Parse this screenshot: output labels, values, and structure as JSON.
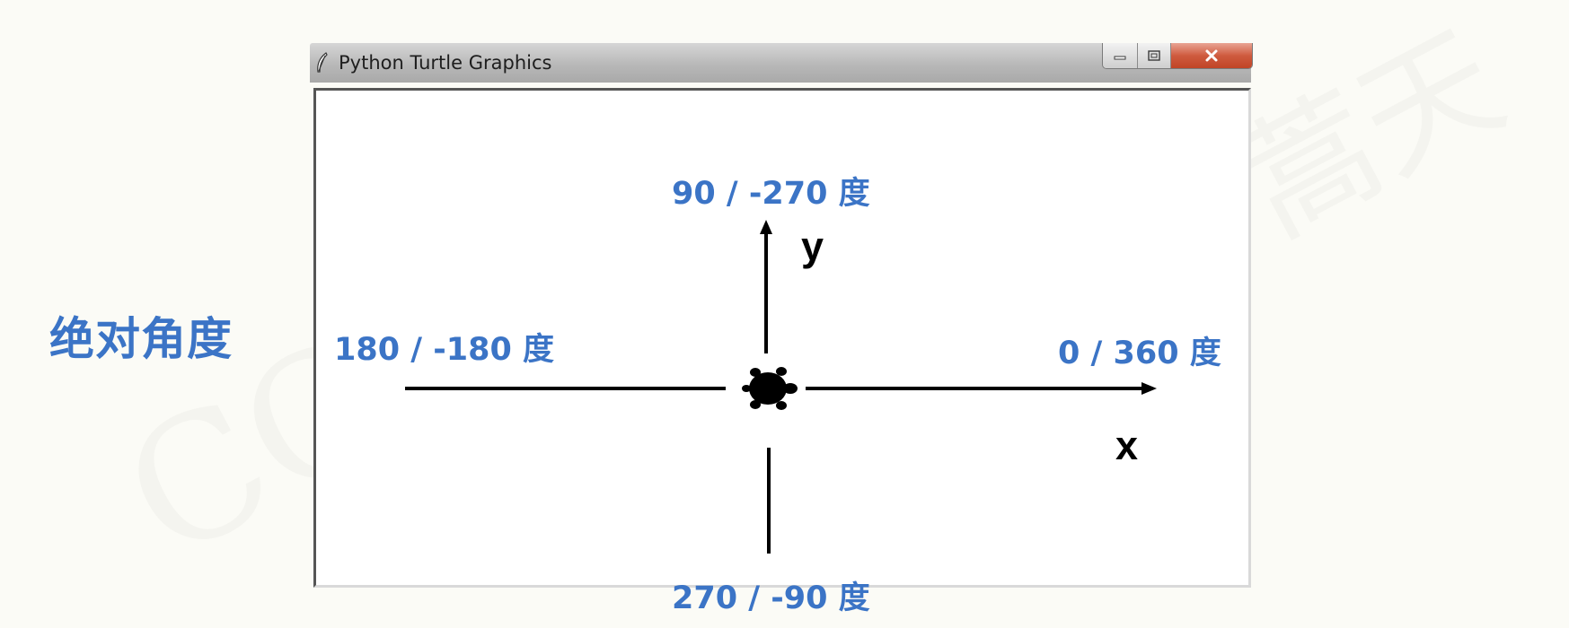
{
  "window": {
    "title": "Python Turtle Graphics",
    "controls": {
      "minimize": "minimize",
      "maximize": "maximize",
      "close": "x"
    }
  },
  "side_title": "绝对角度",
  "canvas": {
    "labels": {
      "top": "90 / -270 度",
      "left": "180 / -180 度",
      "right": "0 / 360 度",
      "bottom": "270 / -90 度"
    },
    "axes": {
      "x": "x",
      "y": "y"
    }
  },
  "colors": {
    "label": "#3b74c6",
    "axis": "#000000",
    "close_button": "#c94a2c"
  },
  "icons": {
    "app": "feather-icon",
    "minimize": "minimize-icon",
    "maximize": "maximize-icon",
    "close": "close-icon",
    "turtle": "turtle-icon"
  }
}
